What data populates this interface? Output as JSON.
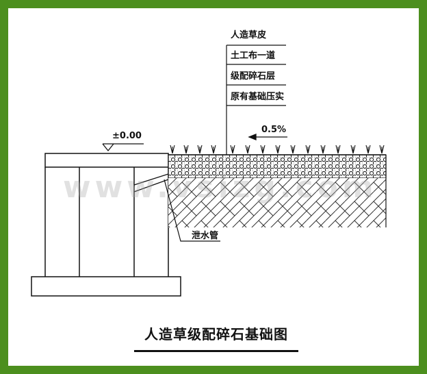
{
  "labels": {
    "layers": [
      "人造草皮",
      "土工布一道",
      "级配碎石层",
      "原有基础压实"
    ],
    "elevation": "±0.00",
    "slope": "0.5%",
    "drain_pipe": "泄水管"
  },
  "title": "人造草级配碎石基础图",
  "watermark": "www.vsizg.com",
  "colors": {
    "border": "#4c8f1e",
    "line": "#111111",
    "watermark": "#aaaaaa"
  }
}
